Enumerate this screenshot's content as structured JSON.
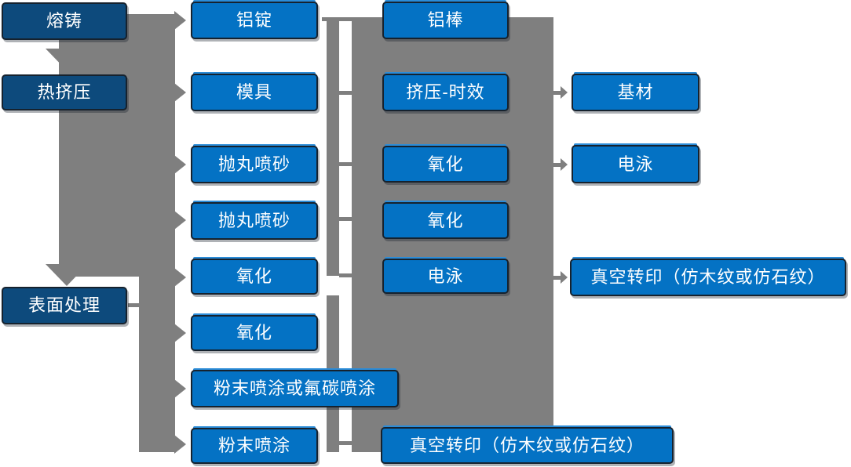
{
  "colors": {
    "background": "#ffffff",
    "node_blue": "#0472c4",
    "node_navy": "#0d4a7c",
    "node_echo_blue": "#2b8cd8",
    "connector_gray": "#7f7f7f",
    "text_white": "#ffffff"
  },
  "diagram": {
    "column1": {
      "items": [
        {
          "label": "熔铸"
        },
        {
          "label": "热挤压"
        },
        {
          "label": "表面处理"
        }
      ]
    },
    "column2": {
      "items": [
        {
          "label": "铝锭"
        },
        {
          "label": "模具"
        },
        {
          "label": "抛丸喷砂"
        },
        {
          "label": "抛丸喷砂"
        },
        {
          "label": "氧化"
        },
        {
          "label": "氧化"
        },
        {
          "label": "粉末喷涂或氟碳喷涂"
        },
        {
          "label": "粉末喷涂"
        }
      ]
    },
    "column3": {
      "items": [
        {
          "label": "铝棒"
        },
        {
          "label": "挤压-时效"
        },
        {
          "label": "氧化"
        },
        {
          "label": "氧化"
        },
        {
          "label": "电泳"
        },
        {
          "label": "真空转印（仿木纹或仿石纹）"
        }
      ]
    },
    "column4": {
      "items": [
        {
          "label": "基材"
        },
        {
          "label": "电泳"
        },
        {
          "label": "真空转印（仿木纹或仿石纹）"
        }
      ]
    }
  }
}
